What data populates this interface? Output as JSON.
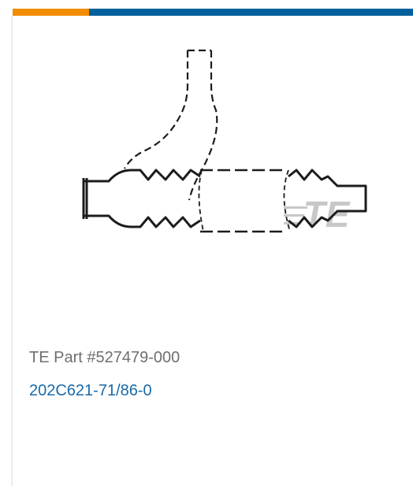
{
  "colors": {
    "accent_orange": "#f28c00",
    "accent_blue": "#00609c",
    "link_blue": "#1a6aa8",
    "text_gray": "#6f6f6f",
    "drawing_black": "#1c1c1c",
    "watermark_gray": "#c8c8c8"
  },
  "product": {
    "image_icon": "boot-adapter-drawing",
    "watermark_text": "TE",
    "part_number": "TE Part #527479-000",
    "part_code": "202C621-71/86-0"
  }
}
